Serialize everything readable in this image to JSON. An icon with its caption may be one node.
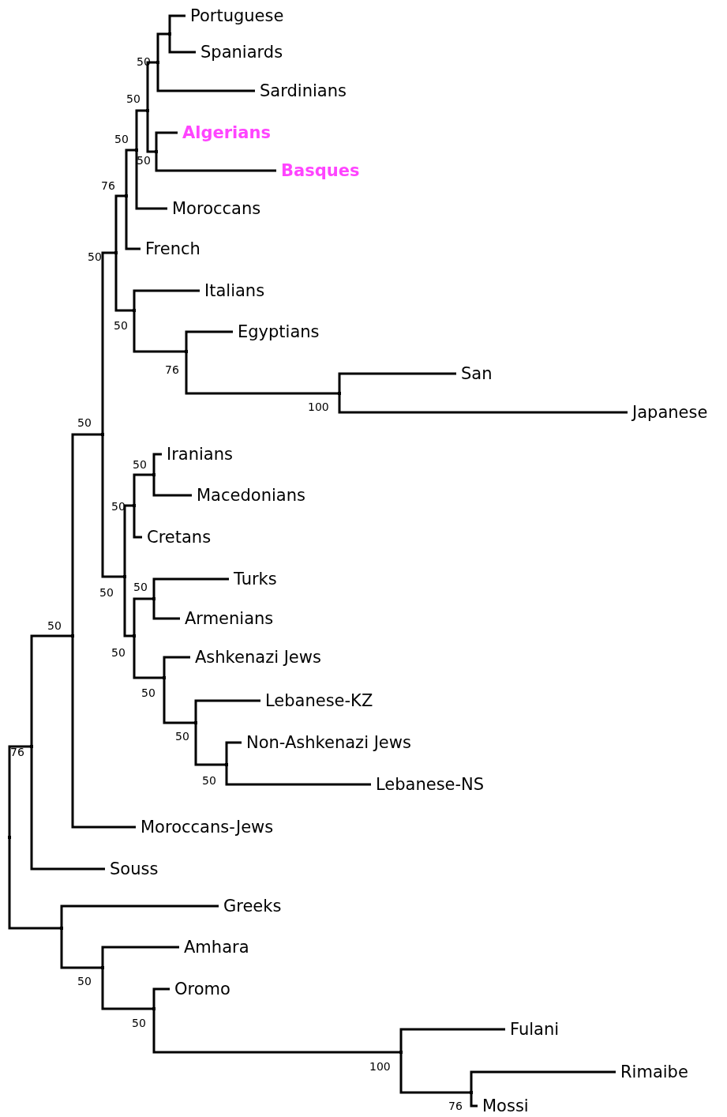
{
  "diagram": {
    "nodes": [
      {
        "text": [
          "Portuguese"
        ]
      },
      {
        "text": [
          "Spaniards"
        ]
      },
      {
        "text": [
          "Sardinians"
        ]
      },
      {
        "text": [
          "Algerians"
        ]
      },
      {
        "text": [
          "Basques"
        ]
      },
      {
        "text": [
          "Moroccans"
        ]
      },
      {
        "text": [
          "French"
        ]
      },
      {
        "text": [
          "Italians"
        ]
      },
      {
        "text": [
          "Egyptians"
        ]
      },
      {
        "text": [
          "San"
        ]
      },
      {
        "text": [
          "Japanese"
        ]
      },
      {
        "text": [
          "Iranians"
        ]
      },
      {
        "text": [
          "Macedonians"
        ]
      },
      {
        "text": [
          "Cretans"
        ]
      },
      {
        "text": [
          "Turks"
        ]
      },
      {
        "text": [
          "Armenians"
        ]
      },
      {
        "text": [
          "Ashkenazi Jews"
        ]
      },
      {
        "text": [
          "Lebanese-KZ"
        ]
      },
      {
        "text": [
          "Non-Ashkenazi Jews"
        ]
      },
      {
        "text": [
          "Lebanese-NS"
        ]
      },
      {
        "text": [
          "Moroccans-Jews"
        ]
      },
      {
        "text": [
          "Souss"
        ]
      },
      {
        "text": [
          "Greeks"
        ]
      },
      {
        "text": [
          "Amhara"
        ]
      },
      {
        "text": [
          "Oromo"
        ]
      },
      {
        "text": [
          "Fulani"
        ]
      },
      {
        "text": [
          "Rimaibe"
        ]
      },
      {
        "text": [
          "Mossi"
        ]
      },
      {
        "text": [],
        "shape": "point"
      },
      {
        "text": [],
        "shape": "point"
      },
      {
        "text": [],
        "shape": "point"
      },
      {
        "text": [],
        "shape": "point"
      },
      {
        "text": [],
        "shape": "point"
      },
      {
        "text": [],
        "shape": "point"
      },
      {
        "text": [],
        "shape": "point"
      },
      {
        "text": [],
        "shape": "point"
      },
      {
        "text": [],
        "shape": "point"
      },
      {
        "text": [],
        "shape": "point"
      },
      {
        "text": [],
        "shape": "point"
      },
      {
        "text": [],
        "shape": "point"
      },
      {
        "text": [],
        "shape": "point"
      },
      {
        "text": [],
        "shape": "point"
      },
      {
        "text": [],
        "shape": "point"
      },
      {
        "text": [],
        "shape": "point"
      },
      {
        "text": [],
        "shape": "point"
      },
      {
        "text": [],
        "shape": "point"
      },
      {
        "text": [],
        "shape": "point"
      },
      {
        "text": [],
        "shape": "point"
      },
      {
        "text": [],
        "shape": "point"
      },
      {
        "text": [],
        "shape": "point"
      },
      {
        "text": [],
        "shape": "point"
      },
      {
        "text": [],
        "shape": "point"
      },
      {
        "text": [],
        "shape": "point"
      },
      {
        "text": [],
        "shape": "point"
      },
      {
        "text": [],
        "shape": "point"
      }
    ],
    "edges": [
      {
        "from": 28,
        "to": 29,
        "arrow": "none"
      },
      {
        "from": 28,
        "to": 50,
        "arrow": "none"
      },
      {
        "from": 29,
        "to": 30,
        "arrow": "none"
      },
      {
        "from": 29,
        "to": 21,
        "arrow": "none"
      },
      {
        "from": 30,
        "to": 31,
        "arrow": "none"
      },
      {
        "from": 30,
        "to": 20,
        "arrow": "none"
      },
      {
        "from": 31,
        "to": 32,
        "arrow": "none"
      },
      {
        "from": 31,
        "to": 42,
        "arrow": "none"
      },
      {
        "from": 32,
        "to": 33,
        "arrow": "none"
      },
      {
        "from": 32,
        "to": 39,
        "arrow": "none"
      },
      {
        "from": 33,
        "to": 34,
        "arrow": "none"
      },
      {
        "from": 33,
        "to": 6,
        "arrow": "none"
      },
      {
        "from": 34,
        "to": 35,
        "arrow": "none"
      },
      {
        "from": 34,
        "to": 5,
        "arrow": "none"
      },
      {
        "from": 35,
        "to": 36,
        "arrow": "none"
      },
      {
        "from": 35,
        "to": 38,
        "arrow": "none"
      },
      {
        "from": 36,
        "to": 37,
        "arrow": "none"
      },
      {
        "from": 36,
        "to": 2,
        "arrow": "none"
      },
      {
        "from": 37,
        "to": 0,
        "arrow": "none"
      },
      {
        "from": 37,
        "to": 1,
        "arrow": "none"
      },
      {
        "from": 38,
        "to": 3,
        "arrow": "none"
      },
      {
        "from": 38,
        "to": 4,
        "arrow": "none"
      },
      {
        "from": 39,
        "to": 7,
        "arrow": "none"
      },
      {
        "from": 39,
        "to": 40,
        "arrow": "none"
      },
      {
        "from": 40,
        "to": 8,
        "arrow": "none"
      },
      {
        "from": 40,
        "to": 41,
        "arrow": "none"
      },
      {
        "from": 41,
        "to": 9,
        "arrow": "none"
      },
      {
        "from": 41,
        "to": 10,
        "arrow": "none"
      },
      {
        "from": 42,
        "to": 43,
        "arrow": "none"
      },
      {
        "from": 42,
        "to": 45,
        "arrow": "none"
      },
      {
        "from": 43,
        "to": 44,
        "arrow": "none"
      },
      {
        "from": 43,
        "to": 13,
        "arrow": "none"
      },
      {
        "from": 44,
        "to": 11,
        "arrow": "none"
      },
      {
        "from": 44,
        "to": 12,
        "arrow": "none"
      },
      {
        "from": 45,
        "to": 46,
        "arrow": "none"
      },
      {
        "from": 45,
        "to": 47,
        "arrow": "none"
      },
      {
        "from": 46,
        "to": 14,
        "arrow": "none"
      },
      {
        "from": 46,
        "to": 15,
        "arrow": "none"
      },
      {
        "from": 47,
        "to": 16,
        "arrow": "none"
      },
      {
        "from": 47,
        "to": 48,
        "arrow": "none"
      },
      {
        "from": 48,
        "to": 17,
        "arrow": "none"
      },
      {
        "from": 48,
        "to": 49,
        "arrow": "none"
      },
      {
        "from": 49,
        "to": 18,
        "arrow": "none"
      },
      {
        "from": 49,
        "to": 19,
        "arrow": "none"
      },
      {
        "from": 50,
        "to": 22,
        "arrow": "none"
      },
      {
        "from": 50,
        "to": 51,
        "arrow": "none"
      },
      {
        "from": 51,
        "to": 23,
        "arrow": "none"
      },
      {
        "from": 51,
        "to": 52,
        "arrow": "none"
      },
      {
        "from": 52,
        "to": 24,
        "arrow": "none"
      },
      {
        "from": 52,
        "to": 53,
        "arrow": "none"
      },
      {
        "from": 53,
        "to": 25,
        "arrow": "none"
      },
      {
        "from": 53,
        "to": 54,
        "arrow": "none"
      },
      {
        "from": 54,
        "to": 26,
        "arrow": "none"
      },
      {
        "from": 54,
        "to": 27,
        "arrow": "none"
      }
    ],
    "labels": [
      "50",
      "50",
      "50",
      "50",
      "76",
      "50",
      "50",
      "76",
      "100",
      "50",
      "50",
      "50",
      "50",
      "50",
      "50",
      "50",
      "50",
      "50",
      "50",
      "76",
      "50",
      "50",
      "100",
      "76"
    ]
  }
}
